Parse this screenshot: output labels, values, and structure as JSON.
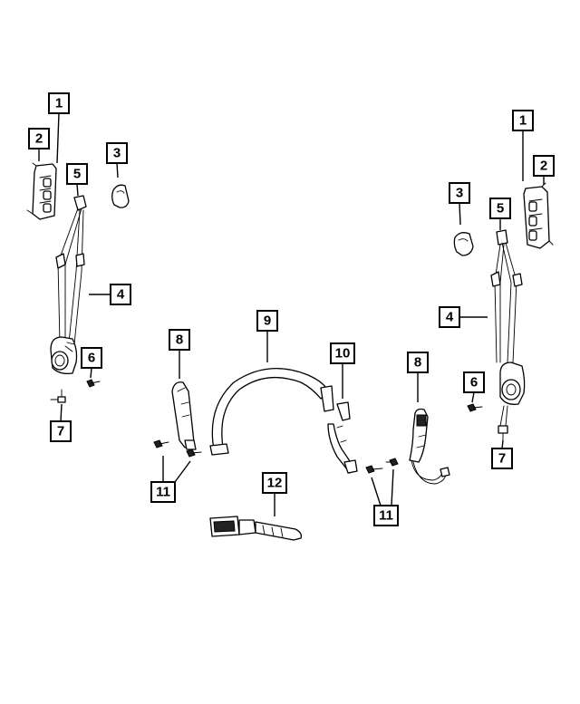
{
  "callouts": {
    "left_1": "1",
    "left_2": "2",
    "left_3": "3",
    "left_4": "4",
    "left_5": "5",
    "left_6": "6",
    "left_7": "7",
    "center_8_left": "8",
    "center_9": "9",
    "center_10": "10",
    "center_8_right": "8",
    "center_11_left": "11",
    "center_11_right": "11",
    "center_12": "12",
    "right_1": "1",
    "right_2": "2",
    "right_3": "3",
    "right_4": "4",
    "right_5": "5",
    "right_6": "6",
    "right_7": "7"
  }
}
